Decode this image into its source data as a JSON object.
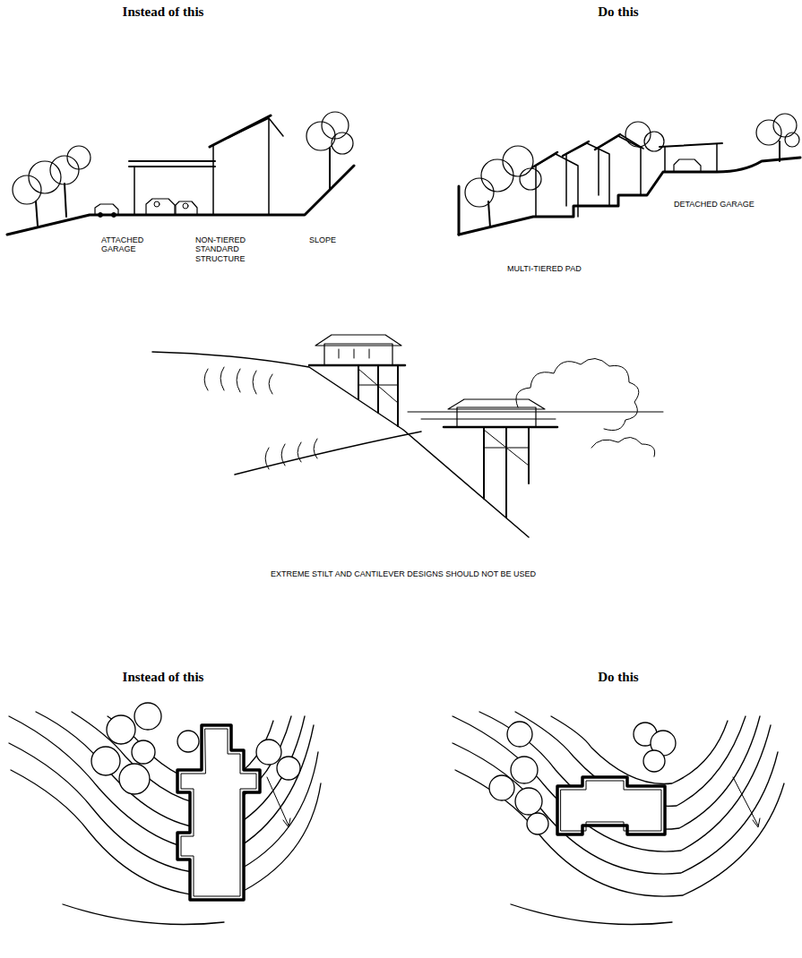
{
  "diagram": {
    "labels": [
      "Instead of this",
      "Do this",
      "ATTACHED GARAGE",
      "NON-TIERED STANDARD STRUCTURE",
      "SLOPE",
      "MULTI-TIERED PAD",
      "DETACHED GARAGE",
      "EXTREME STILT AND CANTILEVER DESIGNS SHOULD NOT BE USED",
      "Instead of this",
      "Do this"
    ]
  }
}
